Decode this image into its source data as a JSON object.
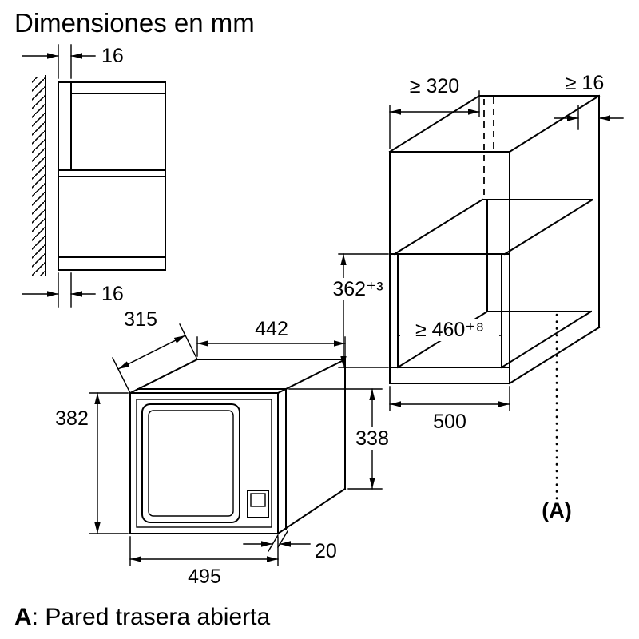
{
  "title": "Dimensiones en mm",
  "caption": {
    "marker": "A",
    "text": ": Pared trasera abierta"
  },
  "wall_section": {
    "top_gap": "16",
    "bottom_gap": "16"
  },
  "cabinet": {
    "top_depth": "≥ 320",
    "back_clearance": "≥ 16",
    "niche_height": "362⁺³",
    "niche_width": "≥ 460⁺⁸",
    "width": "500",
    "detail_marker": "(A)"
  },
  "microwave": {
    "depth": "315",
    "body_width": "442",
    "front_height": "382",
    "body_height": "338",
    "front_width": "495",
    "frame_depth": "20"
  },
  "colors": {
    "line": "#000000",
    "background": "#ffffff"
  }
}
